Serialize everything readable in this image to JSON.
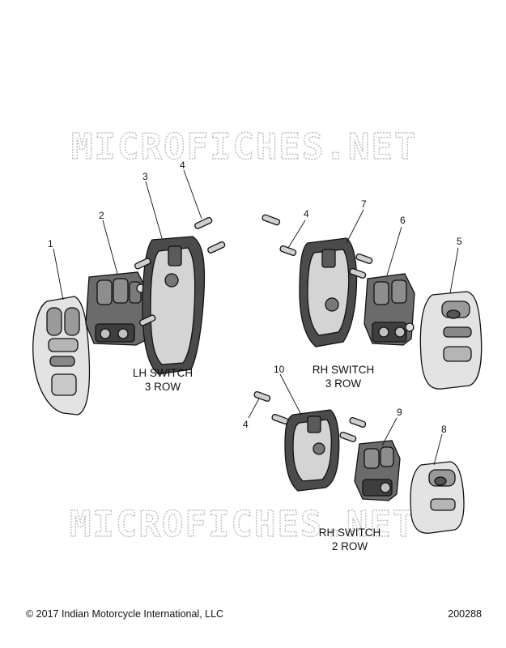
{
  "watermark": "MICROFICHES.NET",
  "callouts": {
    "c1": "1",
    "c2": "2",
    "c3": "3",
    "c4a": "4",
    "c4b": "4",
    "c5": "5",
    "c6": "6",
    "c7": "7",
    "c10": "10",
    "c4c": "4",
    "c9": "9",
    "c8": "8"
  },
  "groups": {
    "lh_switch": [
      "LH SWITCH",
      "3 ROW"
    ],
    "rh_switch_3": [
      "RH SWITCH",
      "3 ROW"
    ],
    "rh_switch_2": [
      "RH SWITCH",
      "2 ROW"
    ]
  },
  "footer": {
    "copyright": "© 2017 Indian Motorcycle International, LLC",
    "doc_number": "200288"
  }
}
